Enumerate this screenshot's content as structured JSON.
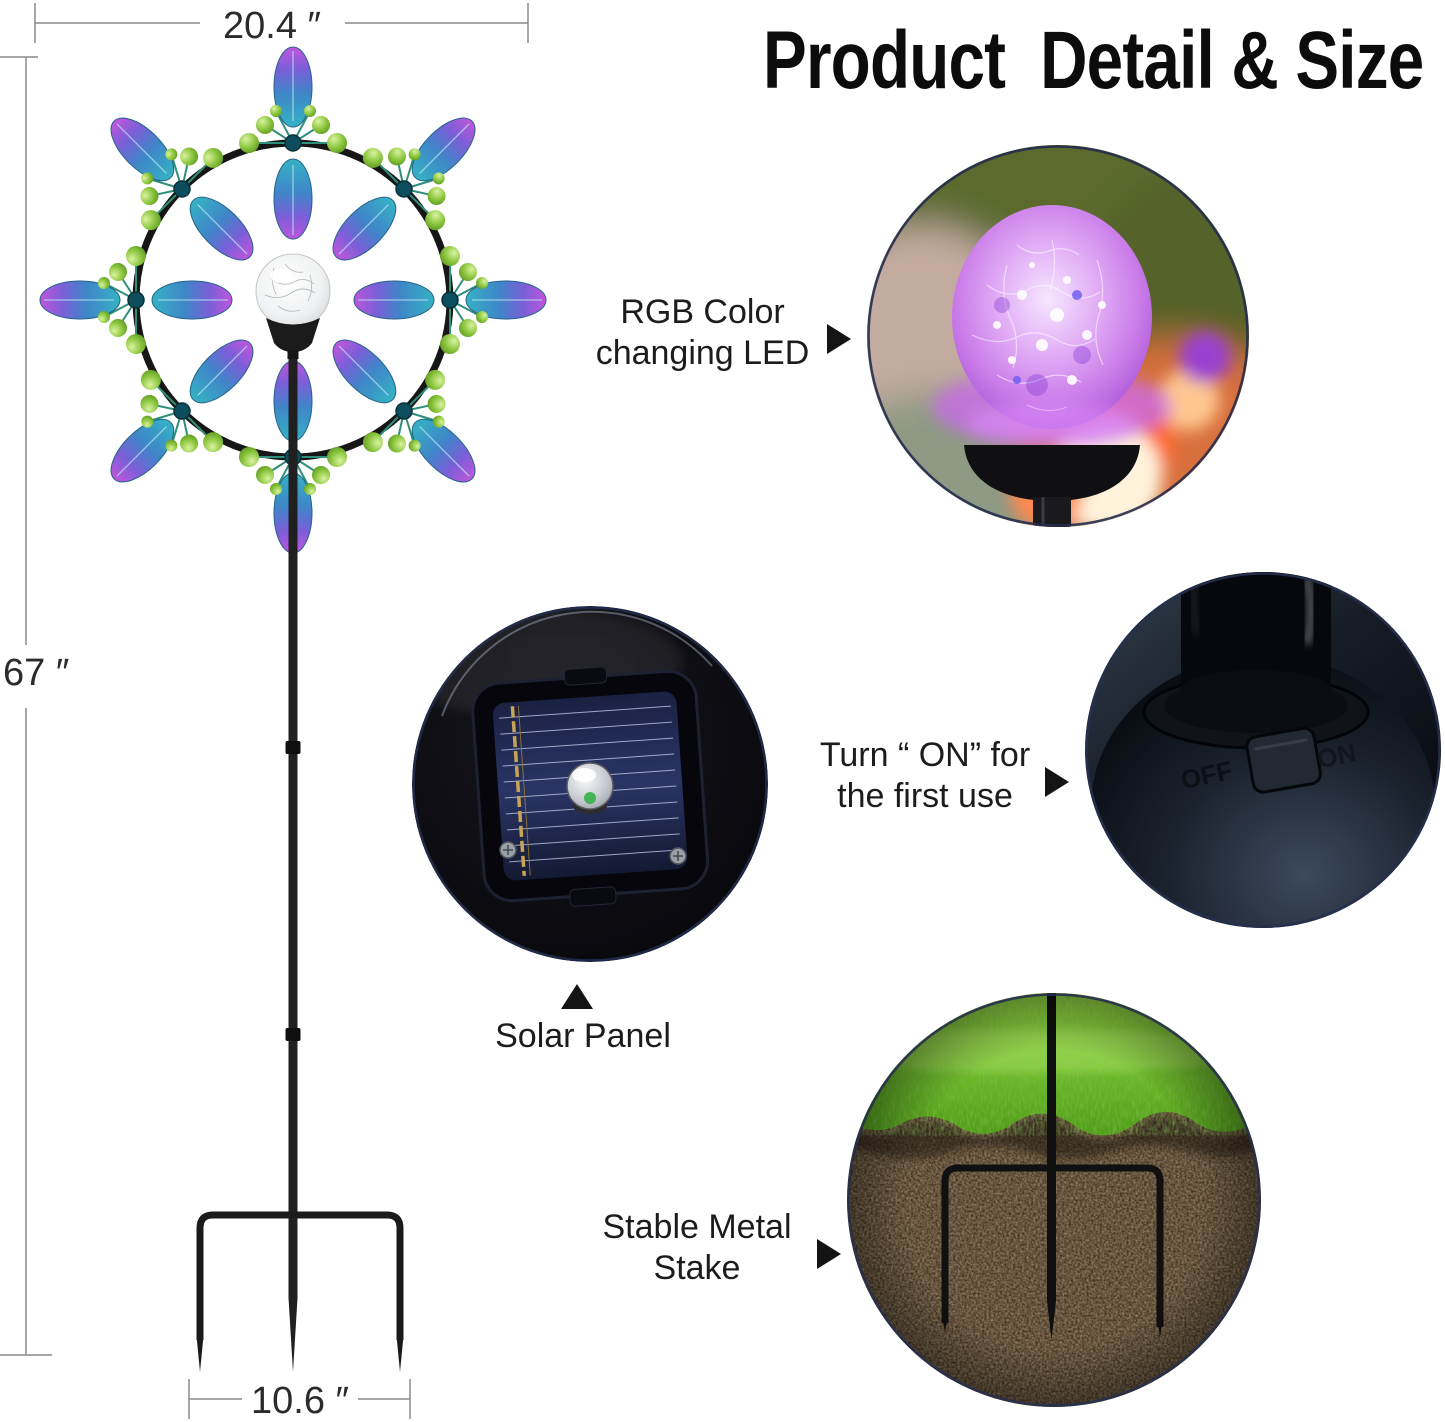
{
  "title": "Product  Detail & Size",
  "dimensions": {
    "spinner_width": "20.4 ″",
    "total_height": "67 ″",
    "stake_width": "10.6 ″"
  },
  "callouts": {
    "led": {
      "line1": "RGB Color",
      "line2": "changing LED"
    },
    "power_switch": {
      "line1": "Turn “ ON” for",
      "line2": "the first use"
    },
    "solar": {
      "label": "Solar Panel"
    },
    "stake": {
      "line1": "Stable Metal",
      "line2": "Stake"
    }
  },
  "photos": {
    "led_ball": "rgb-crackle-glass-ball-photo",
    "solar_panel": "solar-panel-top-photo",
    "power_switch": {
      "name": "on-off-switch-photo",
      "off_marking": "OFF",
      "on_marking": "ON"
    },
    "metal_stake": "three-prong-stake-in-soil-photo"
  },
  "colors": {
    "petal_teal": "#35b2c4",
    "petal_purple": "#c055dd",
    "bead_green": "#8cc63e",
    "metal_black": "#1b1b1b",
    "led_glow": "#c26ae8",
    "grass_green": "#6db82e",
    "soil_brown": "#42311f",
    "dimension_line": "#8a8a8a",
    "text": "#1f1f1f"
  }
}
